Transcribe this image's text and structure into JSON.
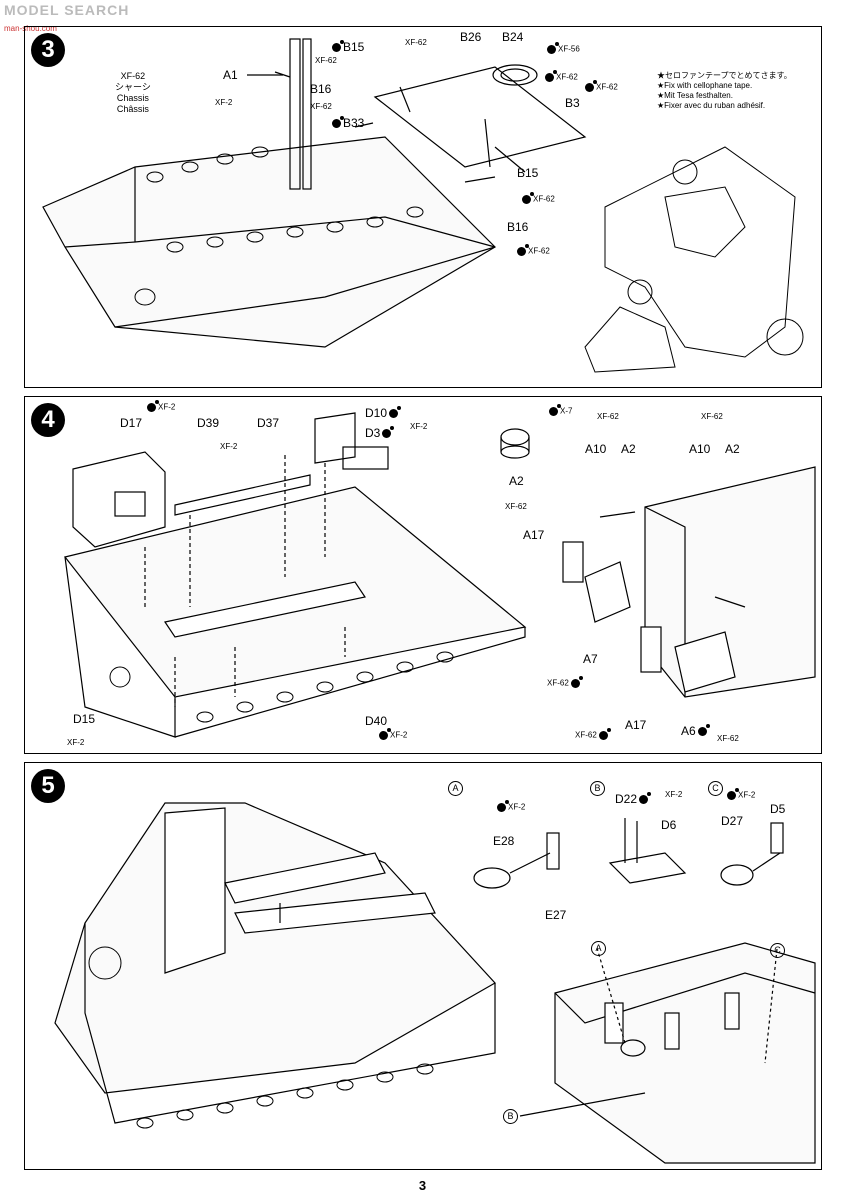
{
  "watermark": {
    "brand": "MODEL SEARCH",
    "url": "man-shou.com"
  },
  "page_number": "3",
  "step3": {
    "number": "3",
    "chassis": [
      "XF-62",
      "シャーシ",
      "Chassis",
      "Châssis"
    ],
    "note": [
      "★セロファンテープでとめてさます。",
      "★Fix with cellophane tape.",
      "★Mit Tesa festhalten.",
      "★Fixer avec du ruban adhésif."
    ],
    "labels": {
      "a1": "A1",
      "a1_paint": "XF-2",
      "b15a": "B15",
      "b15a_paint": "XF-62",
      "b16a": "B16",
      "b33_paint": "XF-62",
      "b33": "B33",
      "xf62_top": "XF-62",
      "b26": "B26",
      "b24": "B24",
      "xf56": "XF-56",
      "xf62_b": "XF-62",
      "b3": "B3",
      "b3_paint": "XF-62",
      "b15b": "B15",
      "b15b_paint": "XF-62",
      "b16b": "B16",
      "b16b_paint": "XF-62"
    }
  },
  "step4": {
    "number": "4",
    "labels": {
      "d17_paint": "XF-2",
      "d17": "D17",
      "d39": "D39",
      "d39_paint": "XF-2",
      "d37": "D37",
      "d10": "D10",
      "d3": "D3",
      "d3_paint": "XF-2",
      "d15": "D15",
      "d15_paint": "XF-2",
      "d40": "D40",
      "d40_paint": "XF-2",
      "x7": "X-7",
      "a2": "A2",
      "xf62_a": "XF-62",
      "a10a": "A10",
      "a2a": "A2",
      "xf62_b": "XF-62",
      "a10b": "A10",
      "a2b": "A2",
      "a17a_paint": "XF-62",
      "a17a": "A17",
      "a7": "A7",
      "a7_paint": "XF-62",
      "a17b_paint": "XF-62",
      "a17b": "A17",
      "a6": "A6",
      "a6_paint": "XF-62"
    }
  },
  "step5": {
    "number": "5",
    "subs": {
      "a": "A",
      "b": "B",
      "c": "C"
    },
    "labels": {
      "xf2_a": "XF-2",
      "e28": "E28",
      "e27": "E27",
      "d22": "D22",
      "xf2_b": "XF-2",
      "d6": "D6",
      "xf2_c": "XF-2",
      "d27": "D27",
      "d5": "D5"
    }
  }
}
